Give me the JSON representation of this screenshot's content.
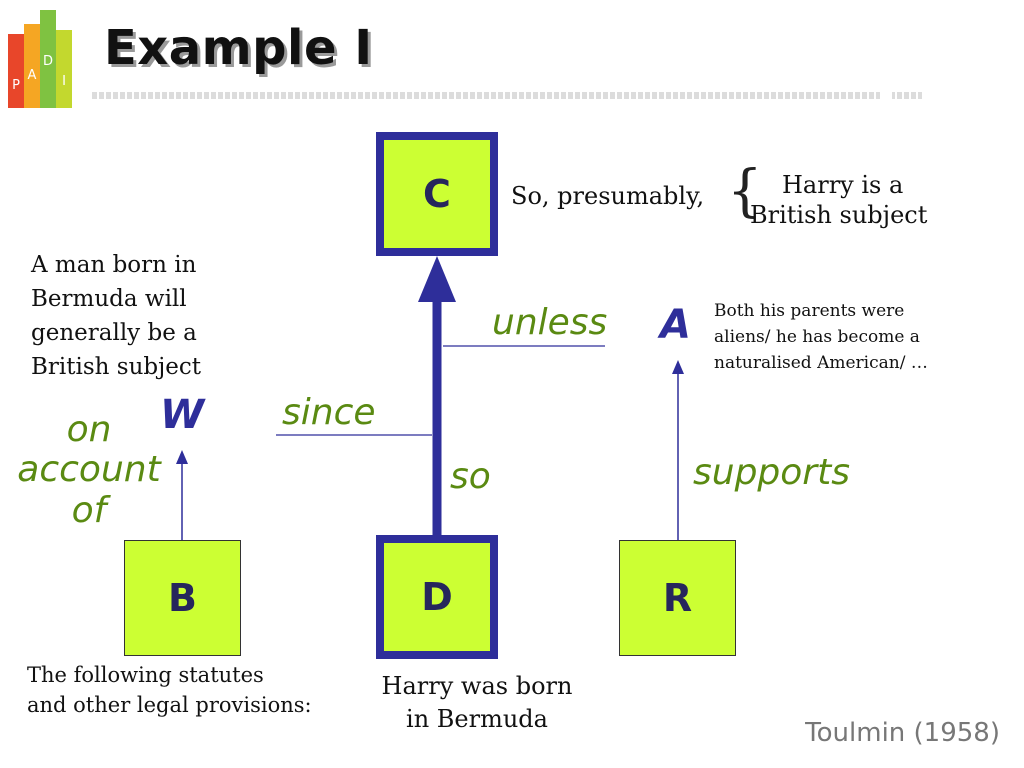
{
  "header": {
    "logo_letters": [
      "P",
      "A",
      "D",
      "I"
    ],
    "title": "Example I"
  },
  "boxes": {
    "c": "C",
    "d": "D",
    "b": "B",
    "r": "R"
  },
  "labels": {
    "unless": "unless",
    "since": "since",
    "so": "so",
    "supports": "supports",
    "on_account_of": [
      "on",
      "account",
      "of"
    ]
  },
  "letters": {
    "w": "W",
    "a": "A"
  },
  "texts": {
    "claim_prefix": "So, presumably,",
    "claim_lines": [
      "Harry is a",
      "British subject"
    ],
    "warrant_lines": [
      "A man born in",
      "Bermuda will",
      "generally be a",
      "British subject"
    ],
    "rebuttal_lines": [
      "Both his parents were",
      "aliens/ he has become a",
      "naturalised American/ …"
    ],
    "backing_lines": [
      "The following statutes",
      "and other legal provisions:"
    ],
    "data_lines": [
      "Harry was born",
      "in Bermuda"
    ]
  },
  "citation": "Toulmin (1958)",
  "colors": {
    "box_fill": "#ccff33",
    "box_border": "#2e2e9a",
    "label_green": "#5a8a12",
    "letter_blue": "#2e2e9a"
  }
}
